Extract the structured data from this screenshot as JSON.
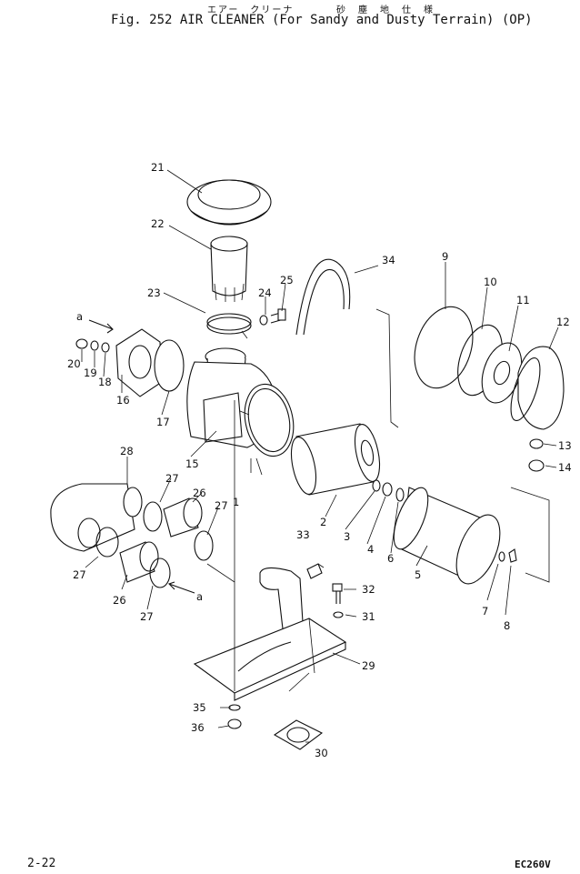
{
  "header": {
    "jp_left": "エアー　クリーナ",
    "jp_right": "砂　塵　地　仕　様",
    "title": "Fig. 252   AIR CLEANER (For Sandy and Dusty Terrain) (OP)"
  },
  "footer": {
    "page": "2-22",
    "model": "EC260V"
  },
  "callouts": {
    "c1": "1",
    "c2": "2",
    "c3": "3",
    "c4": "4",
    "c5": "5",
    "c6": "6",
    "c7": "7",
    "c8": "8",
    "c9": "9",
    "c10": "10",
    "c11": "11",
    "c12": "12",
    "c13": "13",
    "c14": "14",
    "c15": "15",
    "c16": "16",
    "c17": "17",
    "c18": "18",
    "c19": "19",
    "c20": "20",
    "c21": "21",
    "c22": "22",
    "c23": "23",
    "c24": "24",
    "c25": "25",
    "c26": "26",
    "c27": "27",
    "c28": "28",
    "c29": "29",
    "c30": "30",
    "c31": "31",
    "c32": "32",
    "c33": "33",
    "c34": "34",
    "c35": "35",
    "c36": "36",
    "ref_a": "a"
  }
}
